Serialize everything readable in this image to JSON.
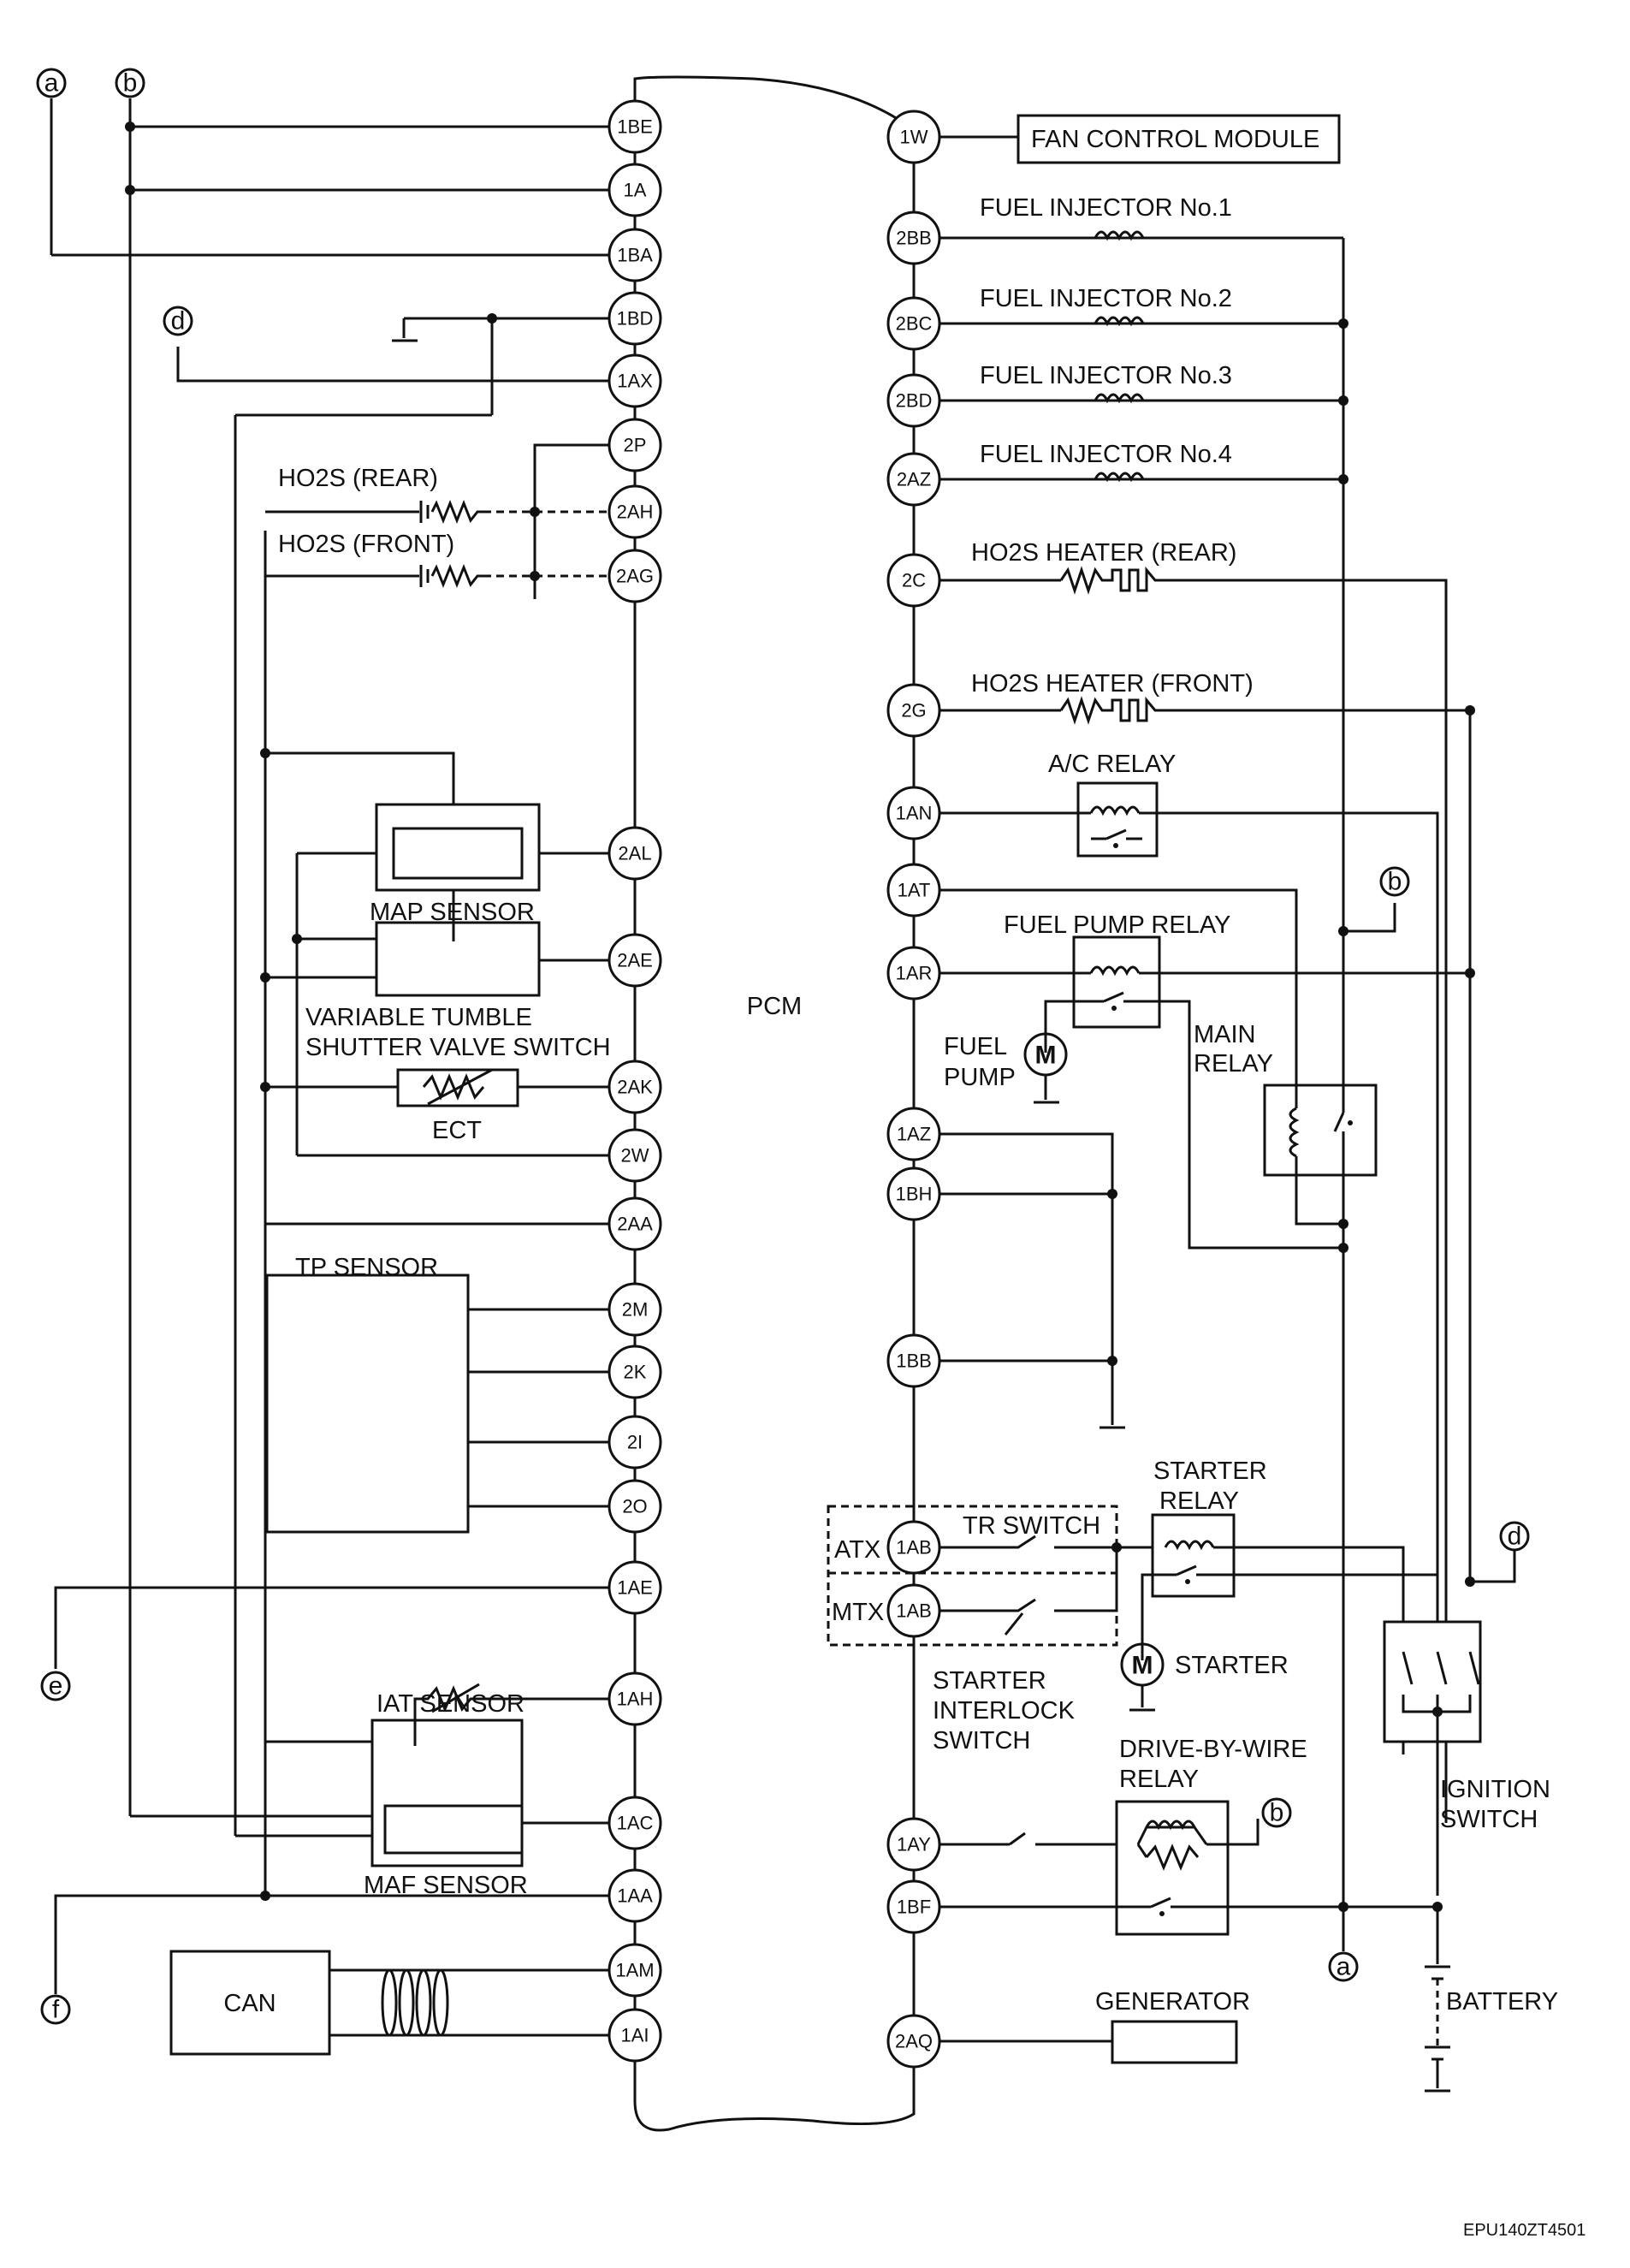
{
  "pcm_label": "PCM",
  "figure_code": "EPU140ZT4501",
  "connectors": {
    "a": "a",
    "b": "b",
    "d": "d",
    "e": "e",
    "f": "f"
  },
  "left_pins": [
    "1BE",
    "1A",
    "1BA",
    "1BD",
    "1AX",
    "2P",
    "2AH",
    "2AG",
    "2AL",
    "2AE",
    "2AK",
    "2W",
    "2AA",
    "2M",
    "2K",
    "2I",
    "2O",
    "1AE",
    "1AH",
    "1AC",
    "1AA",
    "1AM",
    "1AI"
  ],
  "right_pins": [
    "1W",
    "2BB",
    "2BC",
    "2BD",
    "2AZ",
    "2C",
    "2G",
    "1AN",
    "1AT",
    "1AR",
    "1AZ",
    "1BH",
    "1BB",
    "1AB",
    "1AB",
    "1AY",
    "1BF",
    "2AQ"
  ],
  "labels": {
    "fan_control_module": "FAN CONTROL MODULE",
    "fuel_injector_1": "FUEL INJECTOR No.1",
    "fuel_injector_2": "FUEL INJECTOR No.2",
    "fuel_injector_3": "FUEL INJECTOR No.3",
    "fuel_injector_4": "FUEL INJECTOR No.4",
    "ho2s_heater_rear": "HO2S HEATER (REAR)",
    "ho2s_heater_front": "HO2S HEATER (FRONT)",
    "ac_relay": "A/C RELAY",
    "fuel_pump_relay": "FUEL PUMP RELAY",
    "fuel": "FUEL",
    "pump": "PUMP",
    "main": "MAIN",
    "relay": "RELAY",
    "starter": "STARTER",
    "tr_switch": "TR SWITCH",
    "atx": "ATX",
    "mtx": "MTX",
    "starter_interlock_1": "STARTER",
    "starter_interlock_2": "INTERLOCK",
    "starter_interlock_3": "SWITCH",
    "drive_by_wire": "DRIVE-BY-WIRE",
    "ignition": "IGNITION",
    "switch": "SWITCH",
    "generator": "GENERATOR",
    "battery": "BATTERY",
    "ho2s_rear": "HO2S (REAR)",
    "ho2s_front": "HO2S (FRONT)",
    "map_sensor": "MAP SENSOR",
    "vts_1": "VARIABLE TUMBLE",
    "vts_2": "SHUTTER VALVE SWITCH",
    "ect": "ECT",
    "tp_sensor": "TP SENSOR",
    "iat_sensor": "IAT SENSOR",
    "maf_sensor": "MAF SENSOR",
    "can": "CAN",
    "motor_symbol": "M"
  }
}
